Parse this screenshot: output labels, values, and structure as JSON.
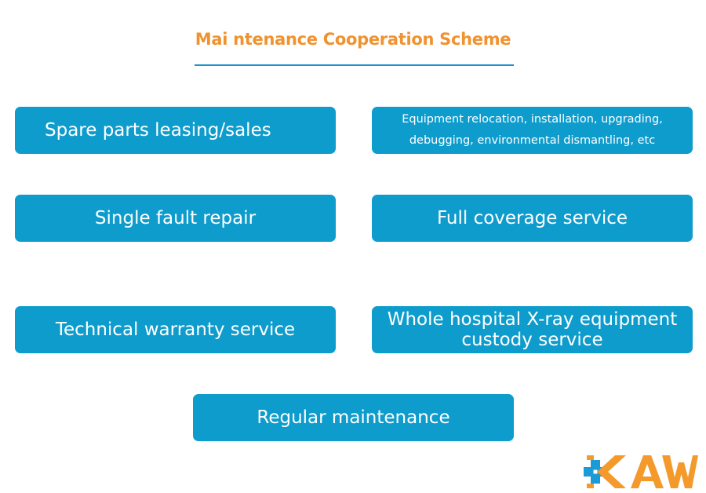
{
  "page": {
    "title": "Mai ntenance Cooperation Scheme"
  },
  "services": {
    "spare_parts": "Spare parts leasing/sales",
    "relocation_line1": "Equipment relocation, installation, upgrading,",
    "relocation_line2": "debugging, environmental dismantling, etc",
    "single_fault": "Single fault repair",
    "full_coverage": "Full coverage service",
    "technical_warranty": "Technical warranty service",
    "xray_line1": "Whole hospital X-ray equipment",
    "xray_line2": "custody service",
    "regular": "Regular maintenance"
  },
  "logo": {
    "text": "KAW",
    "icon": "medical-cross-icon"
  },
  "colors": {
    "title": "#f0922f",
    "rule": "#1c93cf",
    "box": "#0e9ccd",
    "logo_orange": "#f39a2b",
    "logo_blue": "#1a9ad6"
  }
}
